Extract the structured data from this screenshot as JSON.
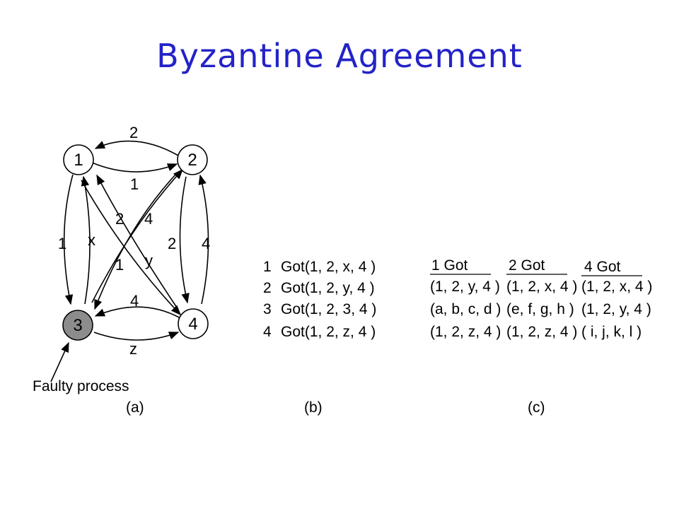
{
  "title": "Byzantine Agreement",
  "colors": {
    "title": "#2323c8",
    "faulty_node": "#8c8c8c",
    "node": "#ffffff"
  },
  "graph": {
    "nodes": [
      {
        "id": "1",
        "label": "1",
        "faulty": false
      },
      {
        "id": "2",
        "label": "2",
        "faulty": false
      },
      {
        "id": "3",
        "label": "3",
        "faulty": true
      },
      {
        "id": "4",
        "label": "4",
        "faulty": false
      }
    ],
    "edge_labels": {
      "top_2": "2",
      "top_1": "1",
      "left_1": "1",
      "left_x": "x",
      "right_2": "2",
      "right_4": "4",
      "diag_2": "2",
      "diag_4": "4",
      "diag_1": "1",
      "diag_y": "y",
      "bottom_4": "4",
      "bottom_z": "z"
    },
    "faulty_label": "Faulty process",
    "caption": "(a)"
  },
  "table_b": {
    "rows": [
      {
        "n": "1",
        "got": "Got(1, 2, x, 4 )"
      },
      {
        "n": "2",
        "got": "Got(1, 2, y, 4 )"
      },
      {
        "n": "3",
        "got": "Got(1, 2, 3, 4 )"
      },
      {
        "n": "4",
        "got": "Got(1, 2, z, 4 )"
      }
    ],
    "caption": "(b)"
  },
  "table_c": {
    "columns": [
      {
        "header": "1 Got",
        "rows": [
          "(1, 2,  y, 4 )",
          "(a, b,  c, d )",
          "(1, 2,  z, 4 )"
        ]
      },
      {
        "header": "2 Got",
        "rows": [
          "(1, 2,  x, 4 )",
          "(e, f,  g, h )",
          "(1, 2,  z, 4 )"
        ]
      },
      {
        "header": "4 Got",
        "rows": [
          "(1, 2,  x, 4 )",
          "(1, 2,  y, 4 )",
          "( i,  j,   k, l )"
        ]
      }
    ],
    "caption": "(c)"
  }
}
